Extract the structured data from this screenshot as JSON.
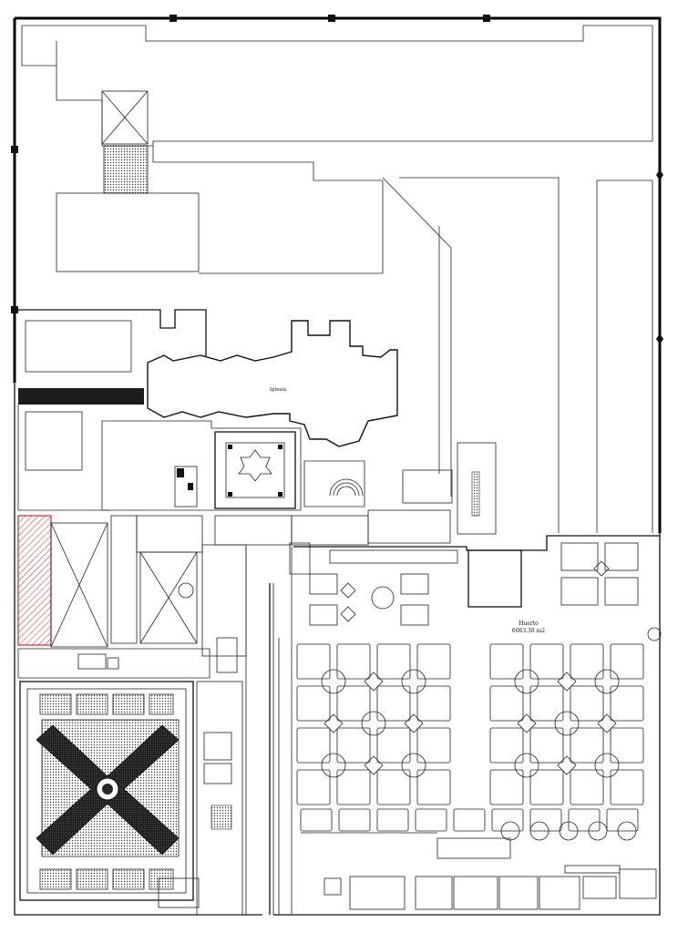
{
  "labels": {
    "church": "Iglesia",
    "orchard_name": "Huerto",
    "orchard_area": "6063.38 m2"
  },
  "colors": {
    "ink": "#111111",
    "highlight": "#d22b2b",
    "background": "#ffffff"
  }
}
